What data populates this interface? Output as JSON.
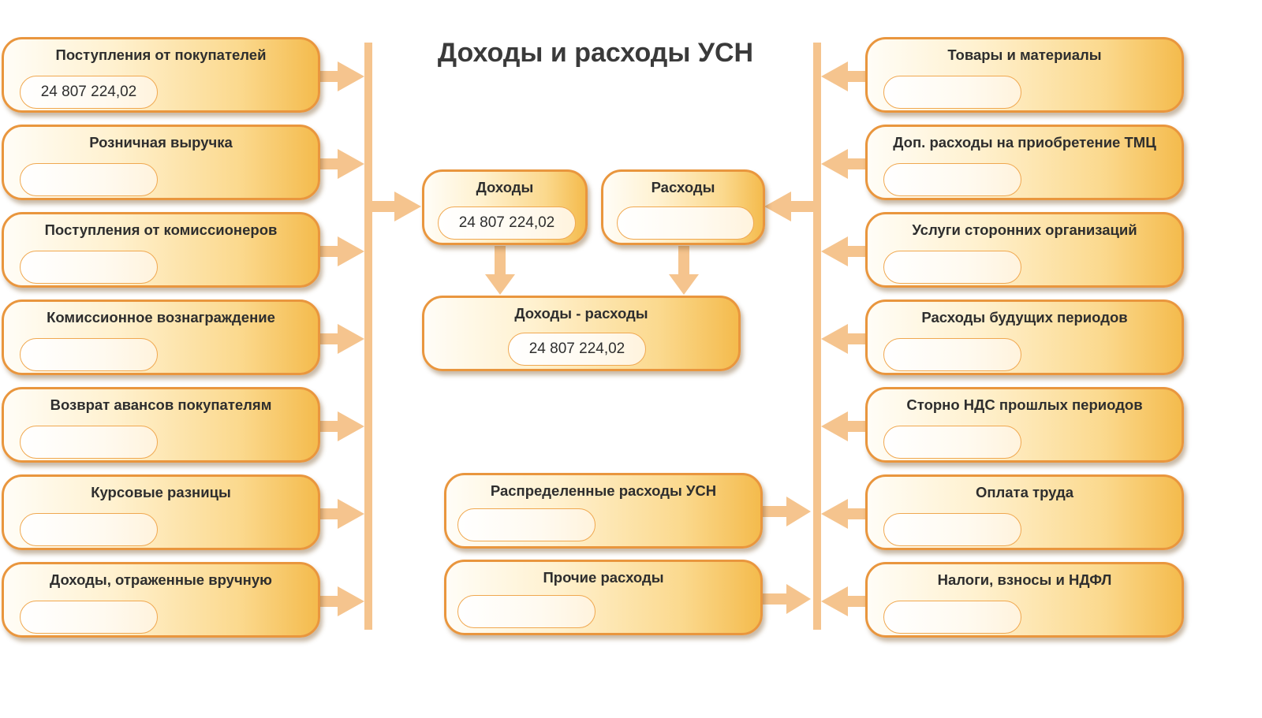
{
  "title": "Доходы и расходы УСН",
  "income_items": [
    {
      "label": "Поступления от покупателей",
      "value": "24 807 224,02"
    },
    {
      "label": "Розничная выручка",
      "value": ""
    },
    {
      "label": "Поступления от комиссионеров",
      "value": ""
    },
    {
      "label": "Комиссионное вознаграждение",
      "value": ""
    },
    {
      "label": "Возврат авансов покупателям",
      "value": ""
    },
    {
      "label": "Курсовые разницы",
      "value": ""
    },
    {
      "label": "Доходы, отраженные вручную",
      "value": ""
    }
  ],
  "expense_items": [
    {
      "label": "Товары и материалы",
      "value": ""
    },
    {
      "label": "Доп. расходы на приобретение ТМЦ",
      "value": ""
    },
    {
      "label": "Услуги сторонних организаций",
      "value": ""
    },
    {
      "label": "Расходы будущих периодов",
      "value": ""
    },
    {
      "label": "Сторно НДС прошлых периодов",
      "value": ""
    },
    {
      "label": "Оплата труда",
      "value": ""
    },
    {
      "label": "Налоги, взносы и НДФЛ",
      "value": ""
    }
  ],
  "income_total": {
    "label": "Доходы",
    "value": "24 807 224,02"
  },
  "expense_total": {
    "label": "Расходы",
    "value": ""
  },
  "difference": {
    "label": "Доходы - расходы",
    "value": "24 807 224,02"
  },
  "distributed_expenses": {
    "label": "Распределенные расходы УСН",
    "value": ""
  },
  "other_expenses": {
    "label": "Прочие расходы",
    "value": ""
  },
  "colors": {
    "box_border": "#e9963e",
    "box_fill_light": "#fff1cf",
    "box_fill_dark": "#f4bb4d",
    "connector": "#f5c48e",
    "text": "#2e2e2e"
  }
}
